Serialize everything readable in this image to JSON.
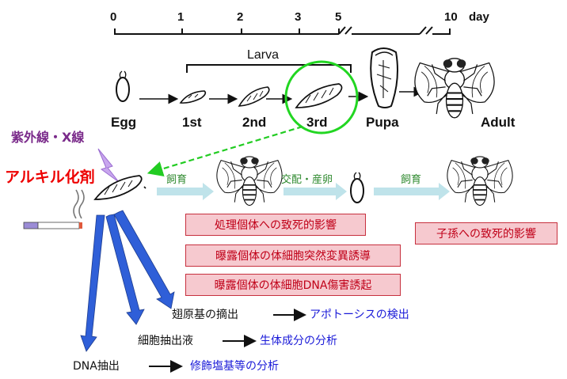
{
  "timeline": {
    "ticks": [
      "0",
      "1",
      "2",
      "3",
      "5",
      "10"
    ],
    "unit": "day"
  },
  "larva_label": "Larva",
  "stages": [
    "Egg",
    "1st",
    "2nd",
    "3rd",
    "Pupa",
    "Adult"
  ],
  "exposure": {
    "uv_xray": "紫外線・X線",
    "alkylating": "アルキル化剤"
  },
  "steps": {
    "rearing1": "飼育",
    "mating": "交配・産卵",
    "rearing2": "飼育"
  },
  "effect_boxes": [
    "処理個体への致死的影響",
    "曝露個体の体細胞突然変異誘導",
    "曝露個体の体細胞DNA傷害誘起"
  ],
  "offspring_box": "子孫への致死的影響",
  "extractions": [
    {
      "label": "翅原基の摘出",
      "result": "アポトーシスの検出"
    },
    {
      "label": "細胞抽出液",
      "result": "生体成分の分析"
    },
    {
      "label": "DNA抽出",
      "result": "修飾塩基等の分析"
    }
  ],
  "colors": {
    "highlight_circle": "#22d622",
    "exposure_title": "#7a2a8a",
    "alkylating": "#ee0000",
    "step_text": "#2f8a2f",
    "box_fill": "#f6c9cf",
    "box_border": "#c7303e",
    "box_text": "#c00018",
    "down_arrow": "#2f5fd8",
    "result_text": "#1a1ad8",
    "flow_arrow": "#bfe3ea"
  }
}
